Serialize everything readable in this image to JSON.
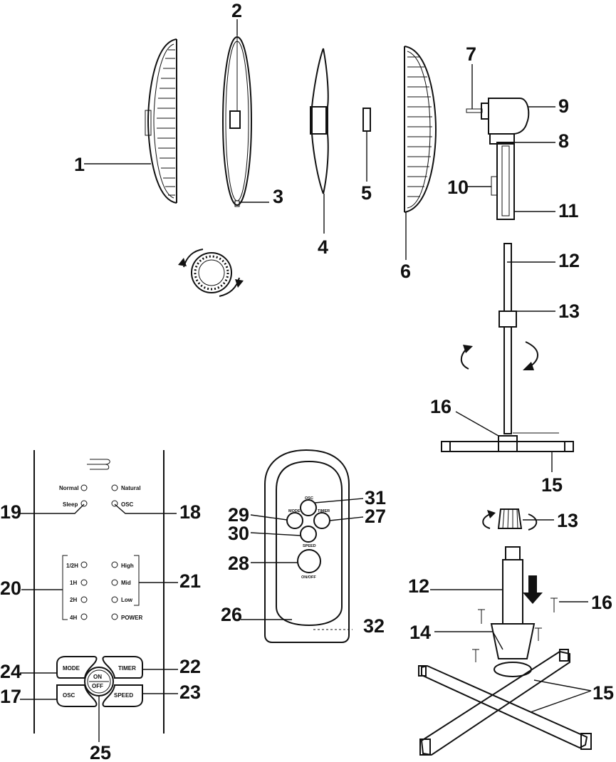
{
  "callouts": {
    "n1": "1",
    "n2": "2",
    "n3": "3",
    "n4": "4",
    "n5": "5",
    "n6": "6",
    "n7": "7",
    "n8": "8",
    "n9": "9",
    "n10": "10",
    "n11": "11",
    "n12": "12",
    "n13": "13",
    "n14": "14",
    "n15": "15",
    "n16": "16",
    "n17": "17",
    "n18": "18",
    "n19": "19",
    "n20": "20",
    "n21": "21",
    "n22": "22",
    "n23": "23",
    "n24": "24",
    "n25": "25",
    "n26": "26",
    "n27": "27",
    "n28": "28",
    "n29": "29",
    "n30": "30",
    "n31": "31",
    "n32": "32"
  },
  "panel": {
    "normal": "Normal",
    "natural": "Natural",
    "sleep": "Sleep",
    "osc": "OSC",
    "t_half": "1/2H",
    "t_1h": "1H",
    "t_2h": "2H",
    "t_4h": "4H",
    "high": "High",
    "mid": "Mid",
    "low": "Low",
    "power": "POWER",
    "mode_btn": "MODE",
    "timer_btn": "TIMER",
    "osc_btn": "OSC",
    "speed_btn": "SPEED",
    "on": "ON",
    "off": "OFF"
  },
  "remote": {
    "osc": "OSC",
    "mode": "MODE",
    "timer": "TIMER",
    "speed": "SPEED",
    "onoff": "ON/OFF"
  }
}
